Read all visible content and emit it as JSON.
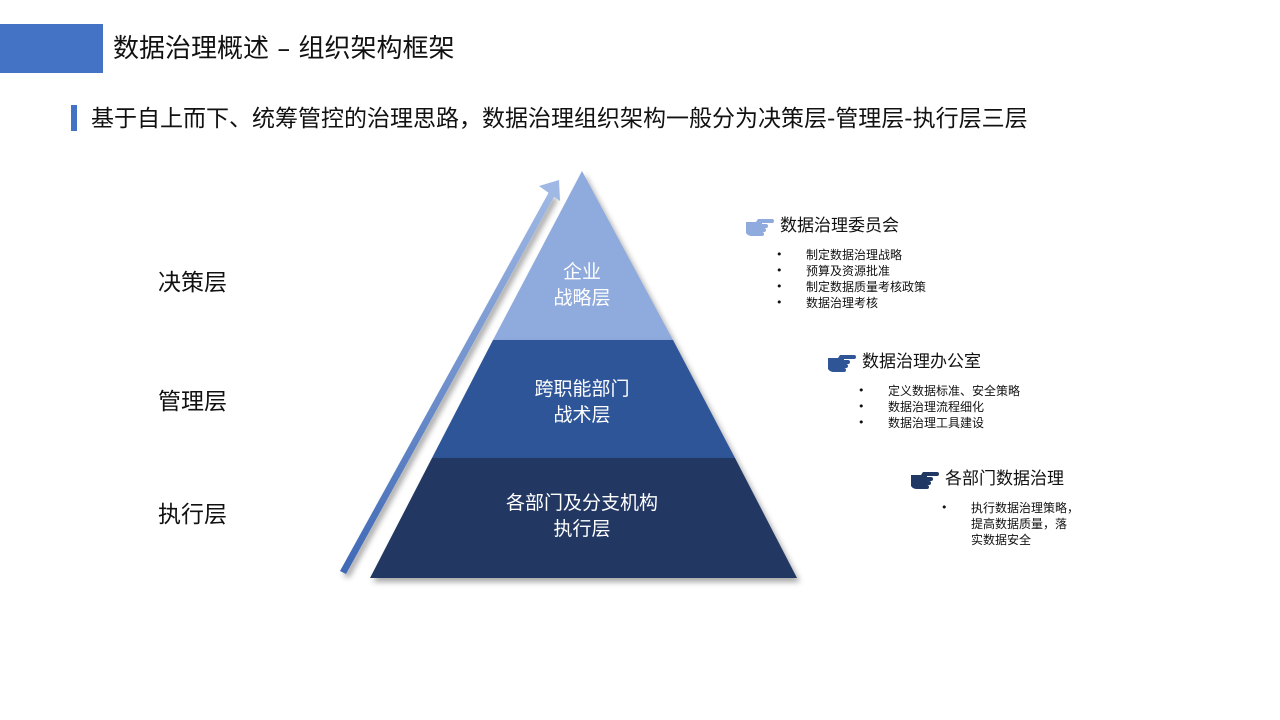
{
  "header": {
    "title": "数据治理概述 – 组织架构框架",
    "accent_color": "#4472c4"
  },
  "subtitle": "基于自上而下、统筹管控的治理思路，数据治理组织架构一般分为决策层-管理层-执行层三层",
  "layers": [
    {
      "label": "决策层"
    },
    {
      "label": "管理层"
    },
    {
      "label": "执行层"
    }
  ],
  "pyramid": {
    "arrow_color": "#4472c4",
    "tiers": [
      {
        "lines": [
          "企业",
          "战略层"
        ],
        "color": "#8faadc"
      },
      {
        "lines": [
          "跨职能部门",
          "战术层"
        ],
        "color": "#2f5597"
      },
      {
        "lines": [
          "各部门及分支机构",
          "执行层"
        ],
        "color": "#203864"
      }
    ]
  },
  "groups": [
    {
      "title": "数据治理委员会",
      "icon": "pointing-hand-icon",
      "icon_color": "#8faadc",
      "items": [
        "制定数据治理战略",
        "预算及资源批准",
        "制定数据质量考核政策",
        "数据治理考核"
      ]
    },
    {
      "title": "数据治理办公室",
      "icon": "pointing-hand-icon",
      "icon_color": "#2f5597",
      "items": [
        "定义数据标准、安全策略",
        "数据治理流程细化",
        "数据治理工具建设"
      ]
    },
    {
      "title": "各部门数据治理",
      "icon": "pointing-hand-icon",
      "icon_color": "#203864",
      "items": [
        "执行数据治理策略，\n提高数据质量，落\n实数据安全"
      ]
    }
  ]
}
